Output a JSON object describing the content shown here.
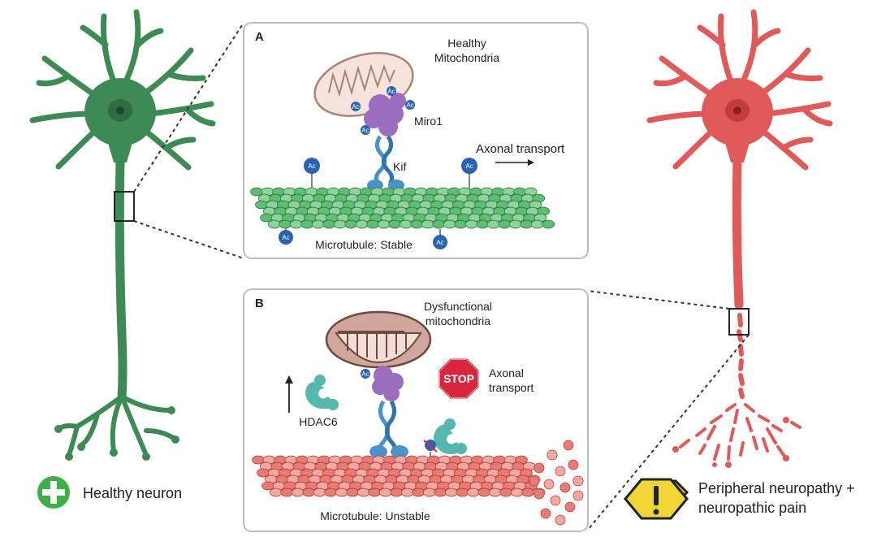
{
  "colors": {
    "healthy_neuron": "#3e8a55",
    "diseased_neuron": "#e05a5a",
    "mito_healthy": "#f6e3dc",
    "mito_dysfunctional": "#cfa79c",
    "miro": "#9b6dbf",
    "kif": "#4a92c9",
    "ac": "#2b62b3",
    "hdac6": "#56b7ad",
    "tubulin_stable": "#5fbd74",
    "tubulin_unstable": "#e87b74",
    "stop": "#d7263d",
    "plus_badge": "#3fae49",
    "warning": "#f2d638"
  },
  "icons": [
    "plus-icon",
    "warning-icon",
    "stop-sign-icon",
    "arrow-right-icon",
    "arrow-up-icon"
  ],
  "panel_a": {
    "letter": "A",
    "mito_label_line1": "Healthy",
    "mito_label_line2": "Mitochondria",
    "miro_label": "Miro1",
    "kif_label": "Kif",
    "transport_label": "Axonal transport",
    "microtubule_label": "Microtubule: Stable",
    "ac_tag": "Ac"
  },
  "panel_b": {
    "letter": "B",
    "mito_label_line1": "Dysfunctional",
    "mito_label_line2": "mitochondria",
    "stop_sign": "STOP",
    "transport_line1": "Axonal",
    "transport_line2": "transport",
    "hdac_label": "HDAC6",
    "microtubule_label": "Microtubule: Unstable",
    "ac_tag": "Ac"
  },
  "legend": {
    "healthy": "Healthy neuron",
    "disease_line1": "Peripheral neuropathy +",
    "disease_line2": "neuropathic pain"
  }
}
